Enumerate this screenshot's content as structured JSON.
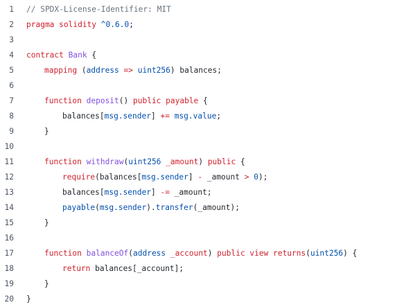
{
  "colors": {
    "background": "#ffffff",
    "line_number": "#4b5563",
    "comment": "#6a737d",
    "keyword": "#cf222e",
    "type": "#0550ae",
    "function": "#8250df",
    "number": "#0550ae",
    "plain": "#24292f"
  },
  "lines": [
    {
      "n": "1",
      "indent": 0,
      "tokens": [
        {
          "t": "// SPDX-License-Identifier: MIT",
          "c": "comment"
        }
      ]
    },
    {
      "n": "2",
      "indent": 0,
      "tokens": [
        {
          "t": "pragma solidity ",
          "c": "keyword"
        },
        {
          "t": "^0.6.0",
          "c": "number"
        },
        {
          "t": ";",
          "c": "plain"
        }
      ]
    },
    {
      "n": "3",
      "indent": 0,
      "tokens": []
    },
    {
      "n": "4",
      "indent": 0,
      "tokens": [
        {
          "t": "contract ",
          "c": "keyword"
        },
        {
          "t": "Bank",
          "c": "func"
        },
        {
          "t": " {",
          "c": "plain"
        }
      ]
    },
    {
      "n": "5",
      "indent": 1,
      "tokens": [
        {
          "t": "mapping",
          "c": "keyword"
        },
        {
          "t": " (",
          "c": "plain"
        },
        {
          "t": "address",
          "c": "type"
        },
        {
          "t": " => ",
          "c": "op"
        },
        {
          "t": "uint256",
          "c": "type"
        },
        {
          "t": ") balances;",
          "c": "plain"
        }
      ]
    },
    {
      "n": "6",
      "indent": 0,
      "tokens": []
    },
    {
      "n": "7",
      "indent": 1,
      "tokens": [
        {
          "t": "function ",
          "c": "keyword"
        },
        {
          "t": "deposit",
          "c": "func"
        },
        {
          "t": "() ",
          "c": "plain"
        },
        {
          "t": "public payable",
          "c": "keyword"
        },
        {
          "t": " {",
          "c": "plain"
        }
      ]
    },
    {
      "n": "8",
      "indent": 2,
      "tokens": [
        {
          "t": "balances[",
          "c": "plain"
        },
        {
          "t": "msg.sender",
          "c": "type"
        },
        {
          "t": "] ",
          "c": "plain"
        },
        {
          "t": "+=",
          "c": "op"
        },
        {
          "t": " ",
          "c": "plain"
        },
        {
          "t": "msg.value",
          "c": "type"
        },
        {
          "t": ";",
          "c": "plain"
        }
      ]
    },
    {
      "n": "9",
      "indent": 1,
      "tokens": [
        {
          "t": "}",
          "c": "plain"
        }
      ]
    },
    {
      "n": "10",
      "indent": 0,
      "tokens": []
    },
    {
      "n": "11",
      "indent": 1,
      "tokens": [
        {
          "t": "function ",
          "c": "keyword"
        },
        {
          "t": "withdraw",
          "c": "func"
        },
        {
          "t": "(",
          "c": "plain"
        },
        {
          "t": "uint256",
          "c": "type"
        },
        {
          "t": " ",
          "c": "plain"
        },
        {
          "t": "_amount",
          "c": "keyword"
        },
        {
          "t": ") ",
          "c": "plain"
        },
        {
          "t": "public",
          "c": "keyword"
        },
        {
          "t": " {",
          "c": "plain"
        }
      ]
    },
    {
      "n": "12",
      "indent": 2,
      "tokens": [
        {
          "t": "require",
          "c": "keyword"
        },
        {
          "t": "(balances[",
          "c": "plain"
        },
        {
          "t": "msg.sender",
          "c": "type"
        },
        {
          "t": "] ",
          "c": "plain"
        },
        {
          "t": "-",
          "c": "op"
        },
        {
          "t": " _amount ",
          "c": "plain"
        },
        {
          "t": ">",
          "c": "op"
        },
        {
          "t": " ",
          "c": "plain"
        },
        {
          "t": "0",
          "c": "number"
        },
        {
          "t": ");",
          "c": "plain"
        }
      ]
    },
    {
      "n": "13",
      "indent": 2,
      "tokens": [
        {
          "t": "balances[",
          "c": "plain"
        },
        {
          "t": "msg.sender",
          "c": "type"
        },
        {
          "t": "] ",
          "c": "plain"
        },
        {
          "t": "-=",
          "c": "op"
        },
        {
          "t": " _amount;",
          "c": "plain"
        }
      ]
    },
    {
      "n": "14",
      "indent": 2,
      "tokens": [
        {
          "t": "payable",
          "c": "type"
        },
        {
          "t": "(",
          "c": "plain"
        },
        {
          "t": "msg.sender",
          "c": "type"
        },
        {
          "t": ").",
          "c": "plain"
        },
        {
          "t": "transfer",
          "c": "type"
        },
        {
          "t": "(_amount);",
          "c": "plain"
        }
      ]
    },
    {
      "n": "15",
      "indent": 1,
      "tokens": [
        {
          "t": "}",
          "c": "plain"
        }
      ]
    },
    {
      "n": "16",
      "indent": 0,
      "tokens": []
    },
    {
      "n": "17",
      "indent": 1,
      "tokens": [
        {
          "t": "function ",
          "c": "keyword"
        },
        {
          "t": "balanceOf",
          "c": "func"
        },
        {
          "t": "(",
          "c": "plain"
        },
        {
          "t": "address",
          "c": "type"
        },
        {
          "t": " ",
          "c": "plain"
        },
        {
          "t": "_account",
          "c": "keyword"
        },
        {
          "t": ") ",
          "c": "plain"
        },
        {
          "t": "public view returns",
          "c": "keyword"
        },
        {
          "t": "(",
          "c": "plain"
        },
        {
          "t": "uint256",
          "c": "type"
        },
        {
          "t": ") {",
          "c": "plain"
        }
      ]
    },
    {
      "n": "18",
      "indent": 2,
      "tokens": [
        {
          "t": "return",
          "c": "keyword"
        },
        {
          "t": " balances[_account];",
          "c": "plain"
        }
      ]
    },
    {
      "n": "19",
      "indent": 1,
      "tokens": [
        {
          "t": "}",
          "c": "plain"
        }
      ]
    },
    {
      "n": "20",
      "indent": 0,
      "tokens": [
        {
          "t": "}",
          "c": "plain"
        }
      ]
    }
  ]
}
